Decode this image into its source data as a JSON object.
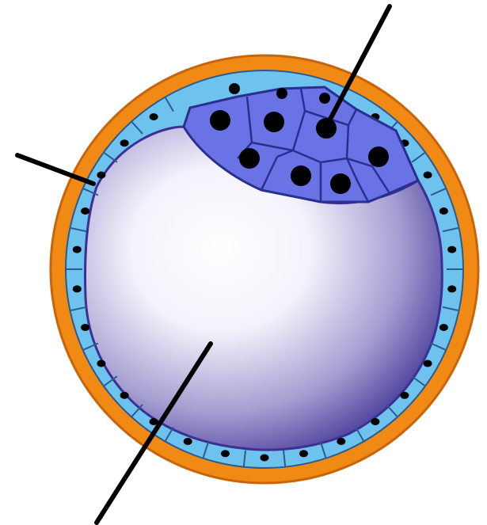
{
  "diagram": {
    "labels": [],
    "colors": {
      "zona": "#f08a14",
      "zona_edge": "#c8650a",
      "trophoblast": "#6ec3ee",
      "trophoblast_edge": "#2c5b8f",
      "inner_mass": "#6a73e6",
      "inner_mass_edge": "#2a2f8f",
      "cavity_center": "#ffffff",
      "cavity_edge": "#3d2f93",
      "nucleus": "#000000",
      "pointer": "#000000"
    },
    "pointer_count": 3,
    "inner_cell_count": 10,
    "trophoblast_cell_count": 30
  }
}
